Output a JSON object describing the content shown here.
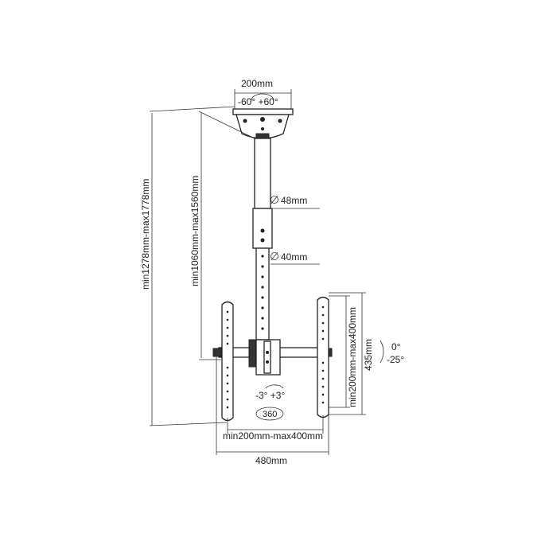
{
  "labels": {
    "plate_width": "200mm",
    "swivel": "-60° +60°",
    "total_height": "min1278mm-max1778mm",
    "pole_height": "min1060mm-max1560mm",
    "pole_outer_diameter": "48mm",
    "pole_inner_diameter": "40mm",
    "vesa_vertical": "min200mm-max400mm",
    "bracket_height": "435mm",
    "tilt_top": "0°",
    "tilt_bottom": "-25°",
    "rotation": "-3° +3°",
    "rotation_360": "360",
    "vesa_horizontal": "min200mm-max400mm",
    "overall_width": "480mm"
  },
  "icons": {
    "diameter": "diameter-symbol"
  }
}
